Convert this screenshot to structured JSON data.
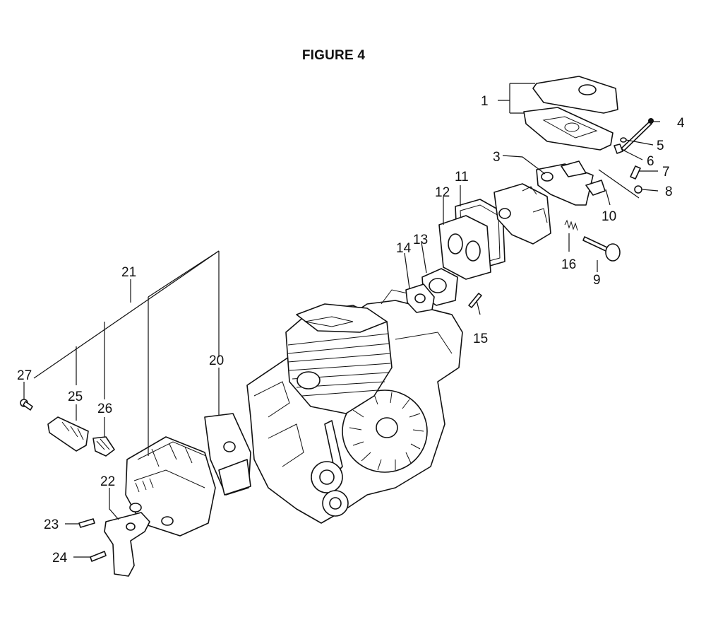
{
  "figure_title": "FIGURE 4",
  "callouts": [
    "1",
    "3",
    "4",
    "5",
    "6",
    "7",
    "8",
    "9",
    "10",
    "11",
    "12",
    "13",
    "14",
    "15",
    "16",
    "20",
    "21",
    "22",
    "23",
    "24",
    "25",
    "26",
    "27"
  ]
}
